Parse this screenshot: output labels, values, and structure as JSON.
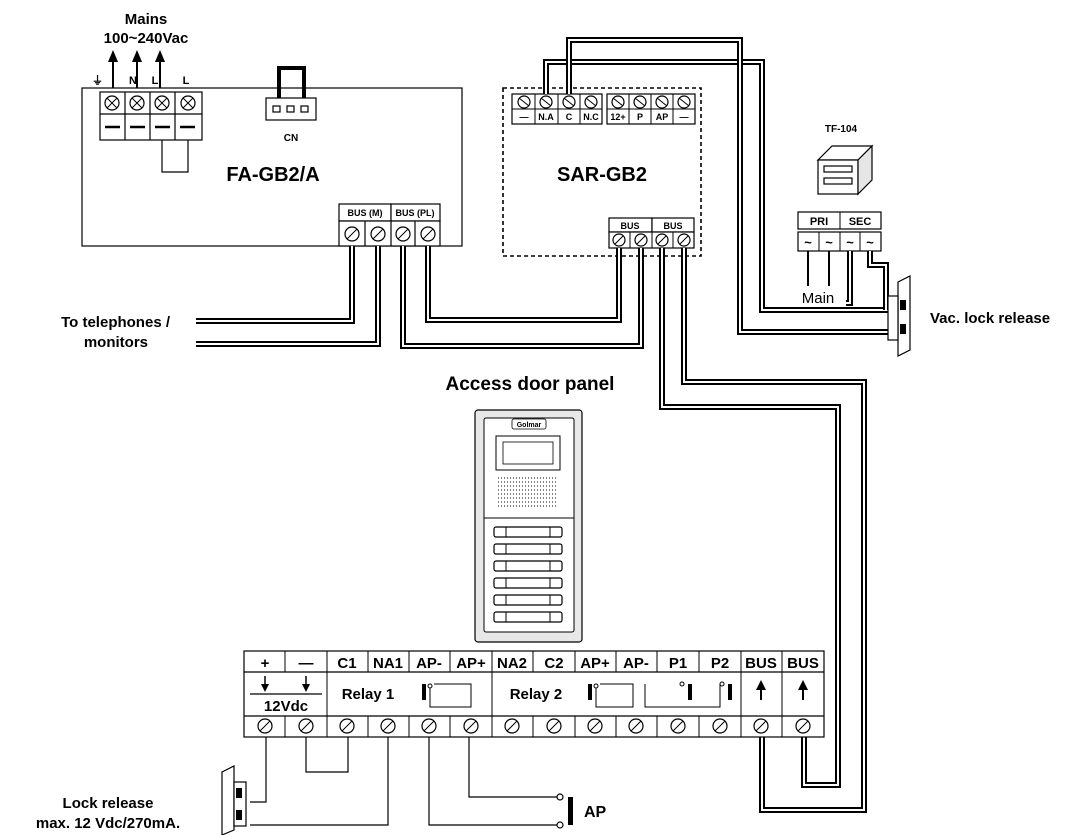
{
  "mains": {
    "line1": "Mains",
    "line2": "100~240Vac",
    "terminals": [
      "⏚",
      "N",
      "L",
      "L"
    ]
  },
  "power_supply": {
    "name": "FA-GB2/A",
    "connector": "CN",
    "bus_labels": [
      "BUS (M)",
      "BUS (PL)"
    ]
  },
  "sar": {
    "name": "SAR-GB2",
    "top_terminals": [
      "—",
      "N.A",
      "C",
      "N.C",
      "12+",
      "P",
      "AP",
      "—"
    ],
    "bus_labels": [
      "BUS",
      "BUS"
    ]
  },
  "transformer": {
    "name": "TF-104",
    "headers": [
      "PRI",
      "SEC"
    ],
    "symbols": [
      "~",
      "~",
      "~",
      "~"
    ],
    "main_label": "Main"
  },
  "vac_lock": {
    "label": "Vac. lock release"
  },
  "telephones": {
    "line1": "To telephones /",
    "line2": "monitors"
  },
  "panel": {
    "title": "Access door panel",
    "brand": "Golmar"
  },
  "terminal_block": {
    "headers": [
      "+",
      "—",
      "C1",
      "NA1",
      "AP-",
      "AP+",
      "NA2",
      "C2",
      "AP+",
      "AP-",
      "P1",
      "P2",
      "BUS",
      "BUS"
    ],
    "supply_label": "12Vdc",
    "relay1": "Relay 1",
    "relay2": "Relay 2"
  },
  "lock_release": {
    "line1": "Lock release",
    "line2": "max. 12 Vdc/270mA."
  },
  "ap_button": {
    "label": "AP"
  }
}
